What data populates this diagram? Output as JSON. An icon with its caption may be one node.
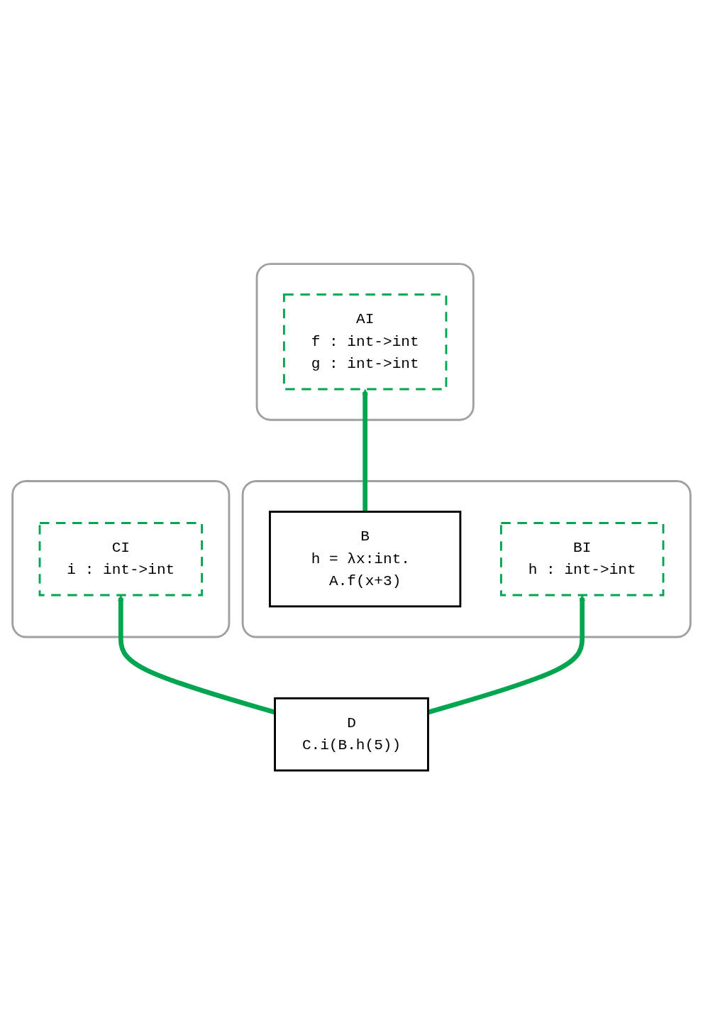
{
  "diagram": {
    "nodes": [
      {
        "text": [],
        "shape": "box"
      },
      {
        "text": [
          "AI",
          "f : int->int",
          "g : int->int"
        ],
        "in": 0
      },
      {
        "text": [],
        "shape": "box"
      },
      {
        "text": [
          "B",
          "h = λx:int. A.f(x+3)"
        ],
        "in": 2
      },
      {
        "text": [
          "BI",
          "h : int->int"
        ],
        "in": 2
      },
      {
        "text": [],
        "shape": "box"
      },
      {
        "text": [
          "CI",
          "i : int->int"
        ],
        "in": 5
      },
      {
        "text": [
          "D",
          "C.i(B.h(5))"
        ]
      }
    ],
    "edges": [
      {
        "from": 3,
        "to": 1,
        "arrow": "to"
      },
      {
        "from": 7,
        "to": 4,
        "arrow": "to"
      },
      {
        "from": 7,
        "to": 6,
        "arrow": "to"
      }
    ]
  }
}
